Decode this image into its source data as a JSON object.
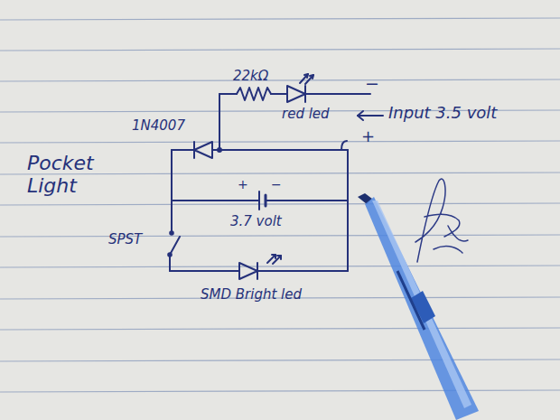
{
  "diagram": {
    "title": "Pocket Light",
    "labels": [
      "22kΩ",
      "red led",
      "−",
      "Input 3.5 volt",
      "+",
      "1N4007",
      "+",
      "−",
      "3.7 volt",
      "SPST",
      "SMD Bright led"
    ]
  }
}
